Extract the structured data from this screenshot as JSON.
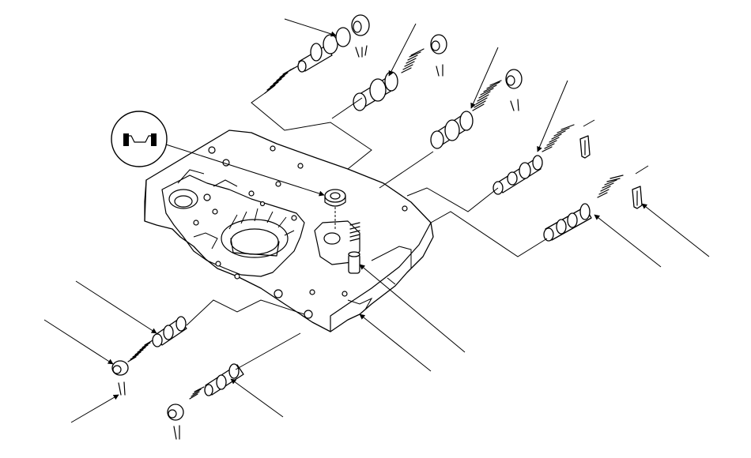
{
  "figure": {
    "caption": "",
    "colors": {
      "line": "#000000",
      "background": "#ffffff"
    },
    "callout_icon": "seal-ring-detail-icon",
    "components": [
      "valve-body",
      "upper-valve-1",
      "upper-valve-2",
      "upper-valve-3",
      "upper-valve-4",
      "right-valve",
      "lower-left-valve",
      "lower-left-plug",
      "lower-spool-valve",
      "check-ball-seat",
      "spring-and-pin"
    ],
    "leader_count": 13
  }
}
